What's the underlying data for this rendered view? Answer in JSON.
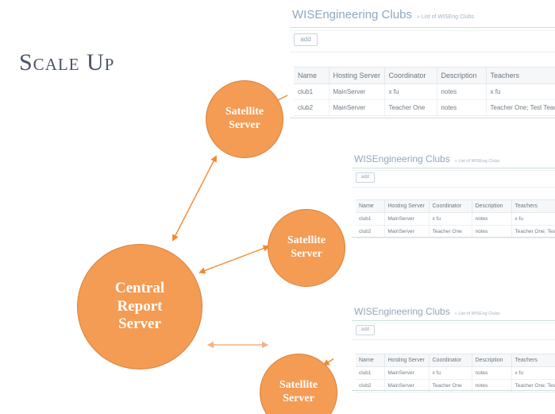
{
  "slide": {
    "title": "Scale Up"
  },
  "diagram": {
    "central_node": {
      "line1": "Central",
      "line2": "Report",
      "line3": "Server"
    },
    "satellite_nodes": [
      {
        "line1": "Satellite",
        "line2": "Server"
      },
      {
        "line1": "Satellite",
        "line2": "Server"
      },
      {
        "line1": "Satellite",
        "line2": "Server"
      }
    ],
    "colors": {
      "node_fill": "#F49B54",
      "node_stroke": "#D9833C",
      "arrow": "#F08A2E",
      "arrow_light": "#F4B183"
    },
    "connectors": [
      {
        "name": "central-to-satellite-1",
        "style": "double-arrow"
      },
      {
        "name": "central-to-satellite-2",
        "style": "double-arrow"
      },
      {
        "name": "central-to-satellite-3",
        "style": "double-arrow"
      },
      {
        "name": "satellite-1-to-panel-1",
        "style": "single-arrow"
      },
      {
        "name": "satellite-2-to-panel-2",
        "style": "single-arrow"
      },
      {
        "name": "satellite-3-to-panel-3",
        "style": "single-arrow"
      }
    ]
  },
  "panel": {
    "header_title": "WISEngineering Clubs",
    "header_subtitle": "» List of WISEng Clubs",
    "add_label": "add",
    "columns": [
      "Name",
      "Hosting Server",
      "Coordinator",
      "Description",
      "Teachers"
    ],
    "rows": [
      {
        "name": "club1",
        "hosting_server": "MainServer",
        "coordinator": "x fu",
        "description": "notes",
        "teachers": "x fu"
      },
      {
        "name": "club2",
        "hosting_server": "MainServer",
        "coordinator": "Teacher One",
        "description": "notes",
        "teachers": "Teacher One; Test Teacher; Te"
      }
    ]
  }
}
